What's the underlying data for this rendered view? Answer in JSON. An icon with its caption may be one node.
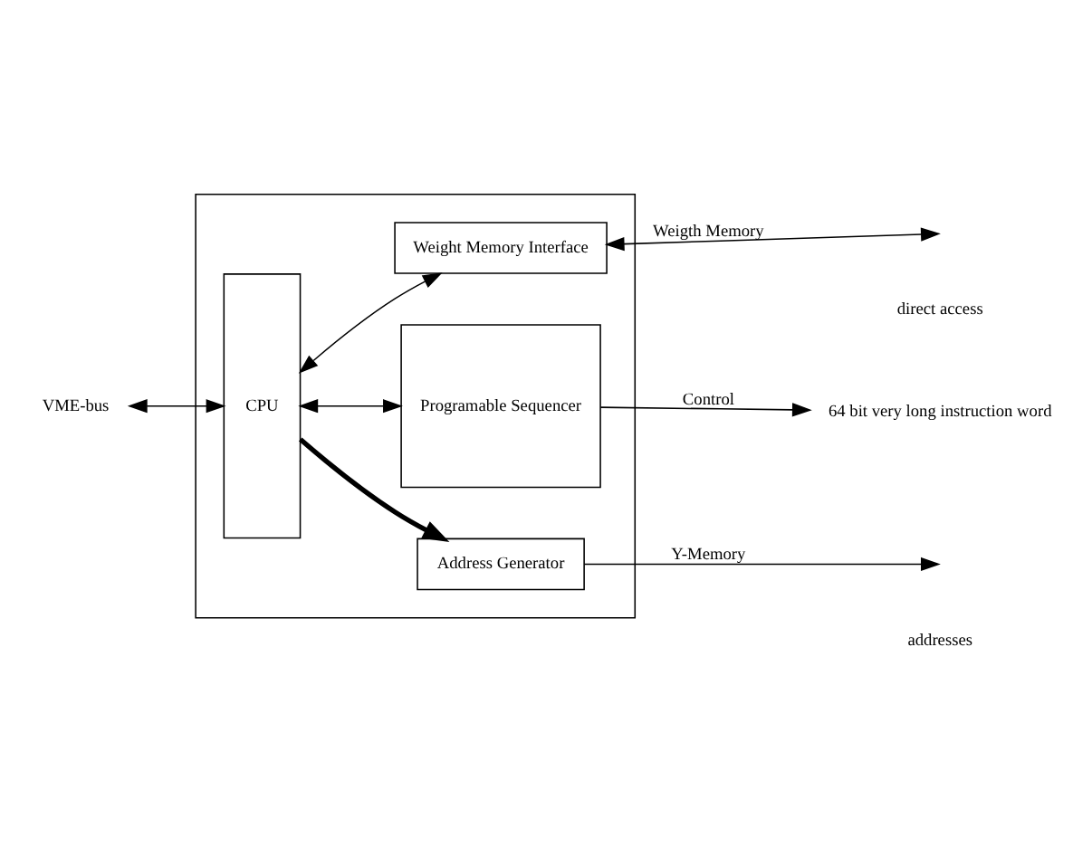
{
  "diagram": {
    "nodes": [
      {
        "text": [],
        "shape": "box"
      },
      {
        "text": [
          "CPU"
        ],
        "in": 0
      },
      {
        "text": [
          "Weight Memory Interface"
        ],
        "in": 0
      },
      {
        "text": [
          "Programable Sequencer"
        ],
        "in": 0
      },
      {
        "text": [
          "Address Generator"
        ],
        "in": 0
      },
      {
        "text": [
          "VME-bus"
        ]
      },
      {
        "text": [
          "64 bit very long instruction word"
        ]
      }
    ],
    "edges": [
      {
        "from": 5,
        "to": 1,
        "arrow": "both"
      },
      {
        "from": 1,
        "to": 2,
        "arrow": "both"
      },
      {
        "from": 1,
        "to": 3,
        "arrow": "both"
      },
      {
        "from": 1,
        "to": 4,
        "arrow": "to",
        "style": "thick"
      },
      {
        "from": 2,
        "to": null,
        "arrow": "both",
        "label": "Weigth Memory"
      },
      {
        "from": 3,
        "to": 6,
        "arrow": "to",
        "label": "Control"
      },
      {
        "from": 4,
        "to": null,
        "arrow": "to",
        "label": "Y-Memory"
      }
    ],
    "labels": [
      "direct access",
      "addresses"
    ]
  }
}
